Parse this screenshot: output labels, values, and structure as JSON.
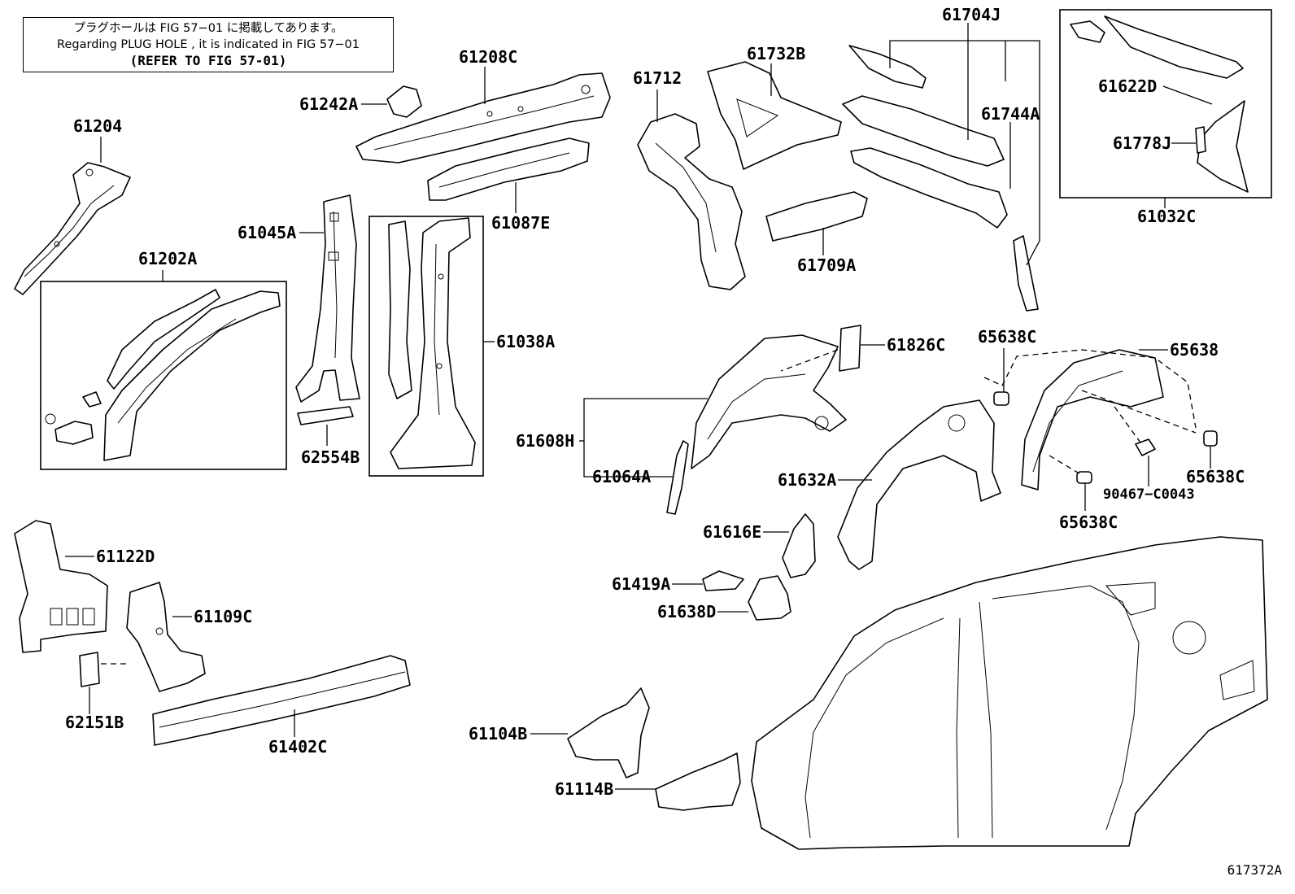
{
  "note": {
    "line1": "プラグホールは FIG 57−01 に掲載してあります。",
    "line2": "Regarding PLUG HOLE , it is indicated in FIG 57−01",
    "line3": "(REFER TO FIG 57-01)"
  },
  "figure_id": "617372A",
  "parts": {
    "p61204": "61204",
    "p61202A": "61202A",
    "p61242A": "61242A",
    "p61208C": "61208C",
    "p61087E": "61087E",
    "p61045A": "61045A",
    "p62554B": "62554B",
    "p61038A": "61038A",
    "p61712": "61712",
    "p61732B": "61732B",
    "p61709A": "61709A",
    "p61704J": "61704J",
    "p61744A": "61744A",
    "p61622D": "61622D",
    "p61778J": "61778J",
    "p61032C": "61032C",
    "p61826C": "61826C",
    "p61608H": "61608H",
    "p61064A": "61064A",
    "p65638C_a": "65638C",
    "p65638": "65638",
    "p61632A": "61632A",
    "p65638C_b": "65638C",
    "p90467": "90467−C0043",
    "p65638C_c": "65638C",
    "p61616E": "61616E",
    "p61419A": "61419A",
    "p61638D": "61638D",
    "p61122D": "61122D",
    "p61109C": "61109C",
    "p62151B": "62151B",
    "p61402C": "61402C",
    "p61104B": "61104B",
    "p61114B": "61114B"
  }
}
